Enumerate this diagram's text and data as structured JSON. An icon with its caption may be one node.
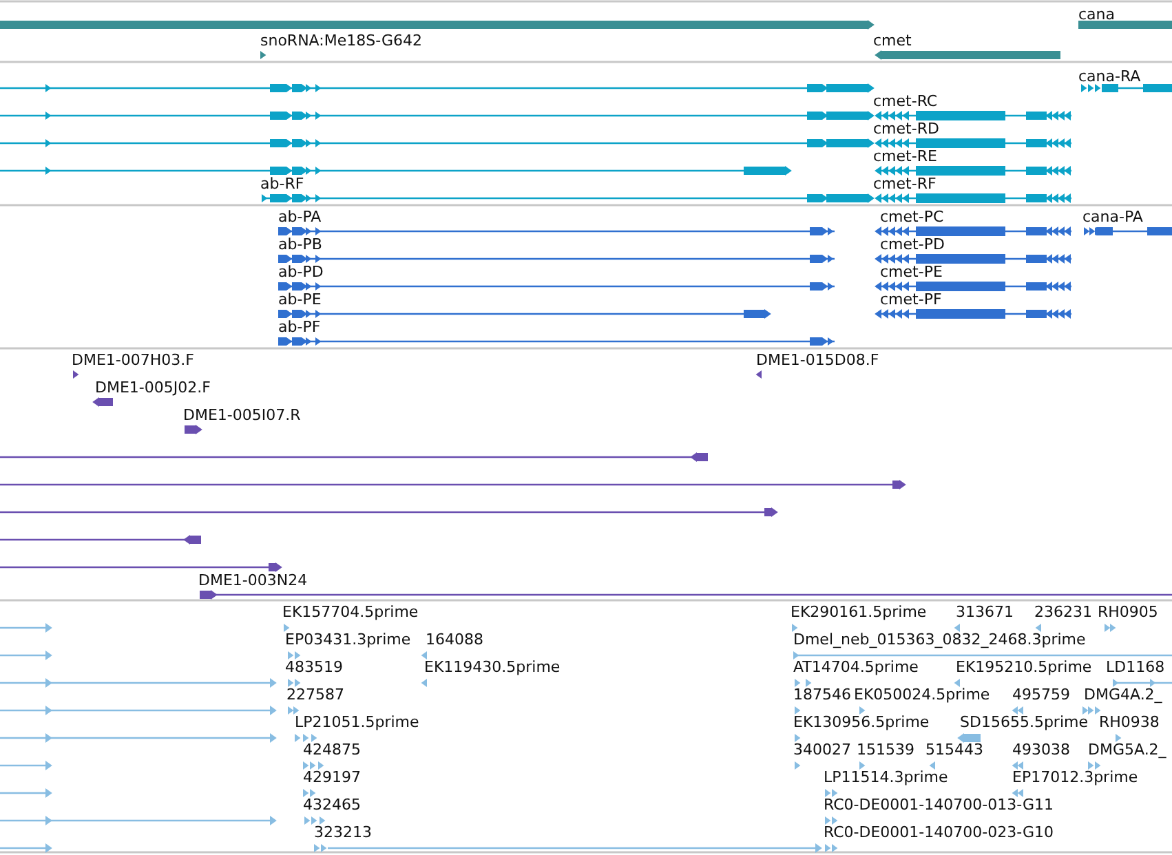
{
  "diagram": {
    "labels": [
      "cana",
      "snoRNA:Me18S-G642",
      "cmet",
      "cana-RA",
      "cmet-RC",
      "cmet-RD",
      "cmet-RE",
      "ab-RF",
      "cmet-RF",
      "ab-PA",
      "cmet-PC",
      "cana-PA",
      "ab-PB",
      "cmet-PD",
      "ab-PD",
      "cmet-PE",
      "ab-PE",
      "cmet-PF",
      "ab-PF",
      "DME1-007H03.F",
      "DME1-015D08.F",
      "DME1-005J02.F",
      "DME1-005I07.R",
      "DME1-003N24",
      "EK157704.5prime",
      "EK290161.5prime",
      "313671",
      "236231",
      "RH0905",
      "EP03431.3prime",
      "164088",
      "Dmel_neb_015363_0832_2468.3prime",
      "483519",
      "EK119430.5prime",
      "AT14704.5prime",
      "EK195210.5prime",
      "LD1168",
      "227587",
      "187546",
      "EK050024.5prime",
      "495759",
      "DMG4A.2_",
      "LP21051.5prime",
      "EK130956.5prime",
      "SD15655.5prime",
      "RH0938",
      "424875",
      "340027",
      "151539",
      "515443",
      "493038",
      "DMG5A.2_",
      "429197",
      "LP11514.3prime",
      "EP17012.3prime",
      "432465",
      "RC0-DE0001-140700-013-G11",
      "323213",
      "RC0-DE0001-140700-023-G10"
    ]
  }
}
